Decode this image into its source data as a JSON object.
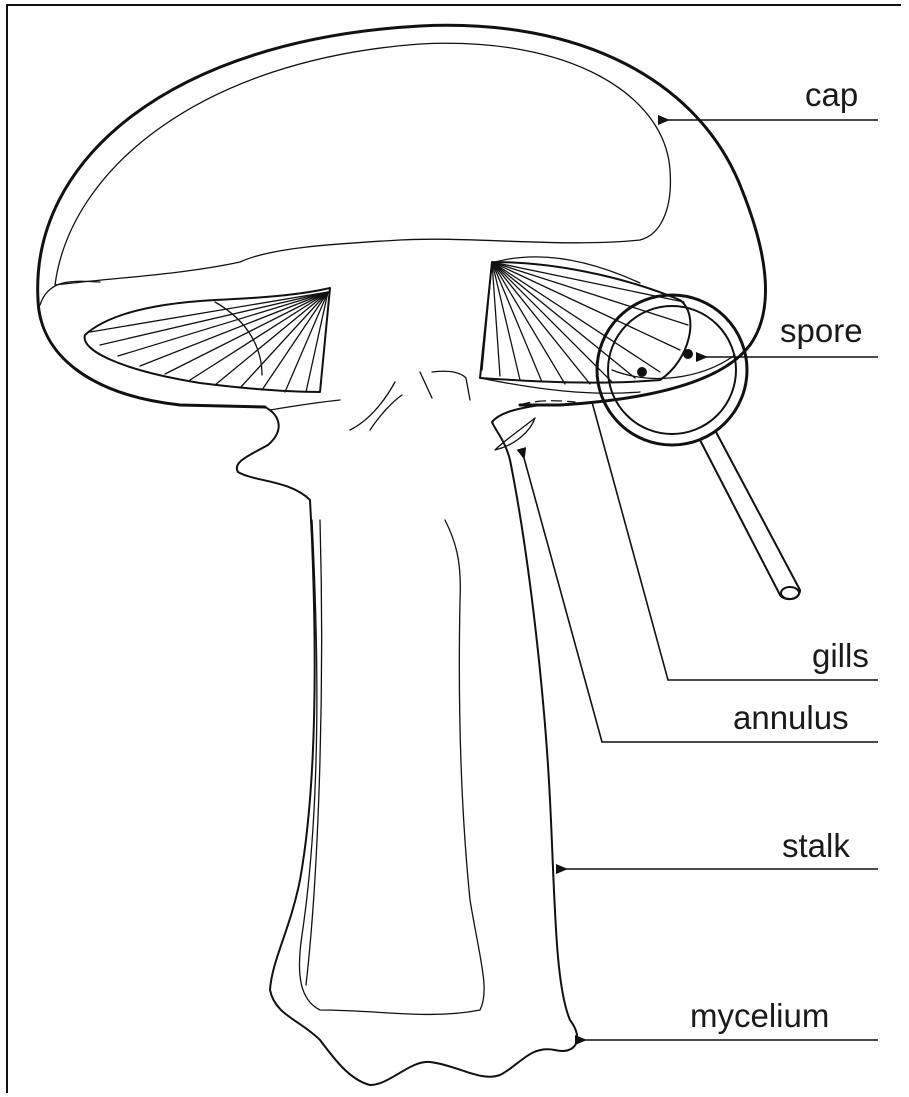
{
  "labels": {
    "cap": "cap",
    "spore": "spore",
    "gills": "gills",
    "annulus": "annulus",
    "stalk": "stalk",
    "mycelium": "mycelium"
  }
}
